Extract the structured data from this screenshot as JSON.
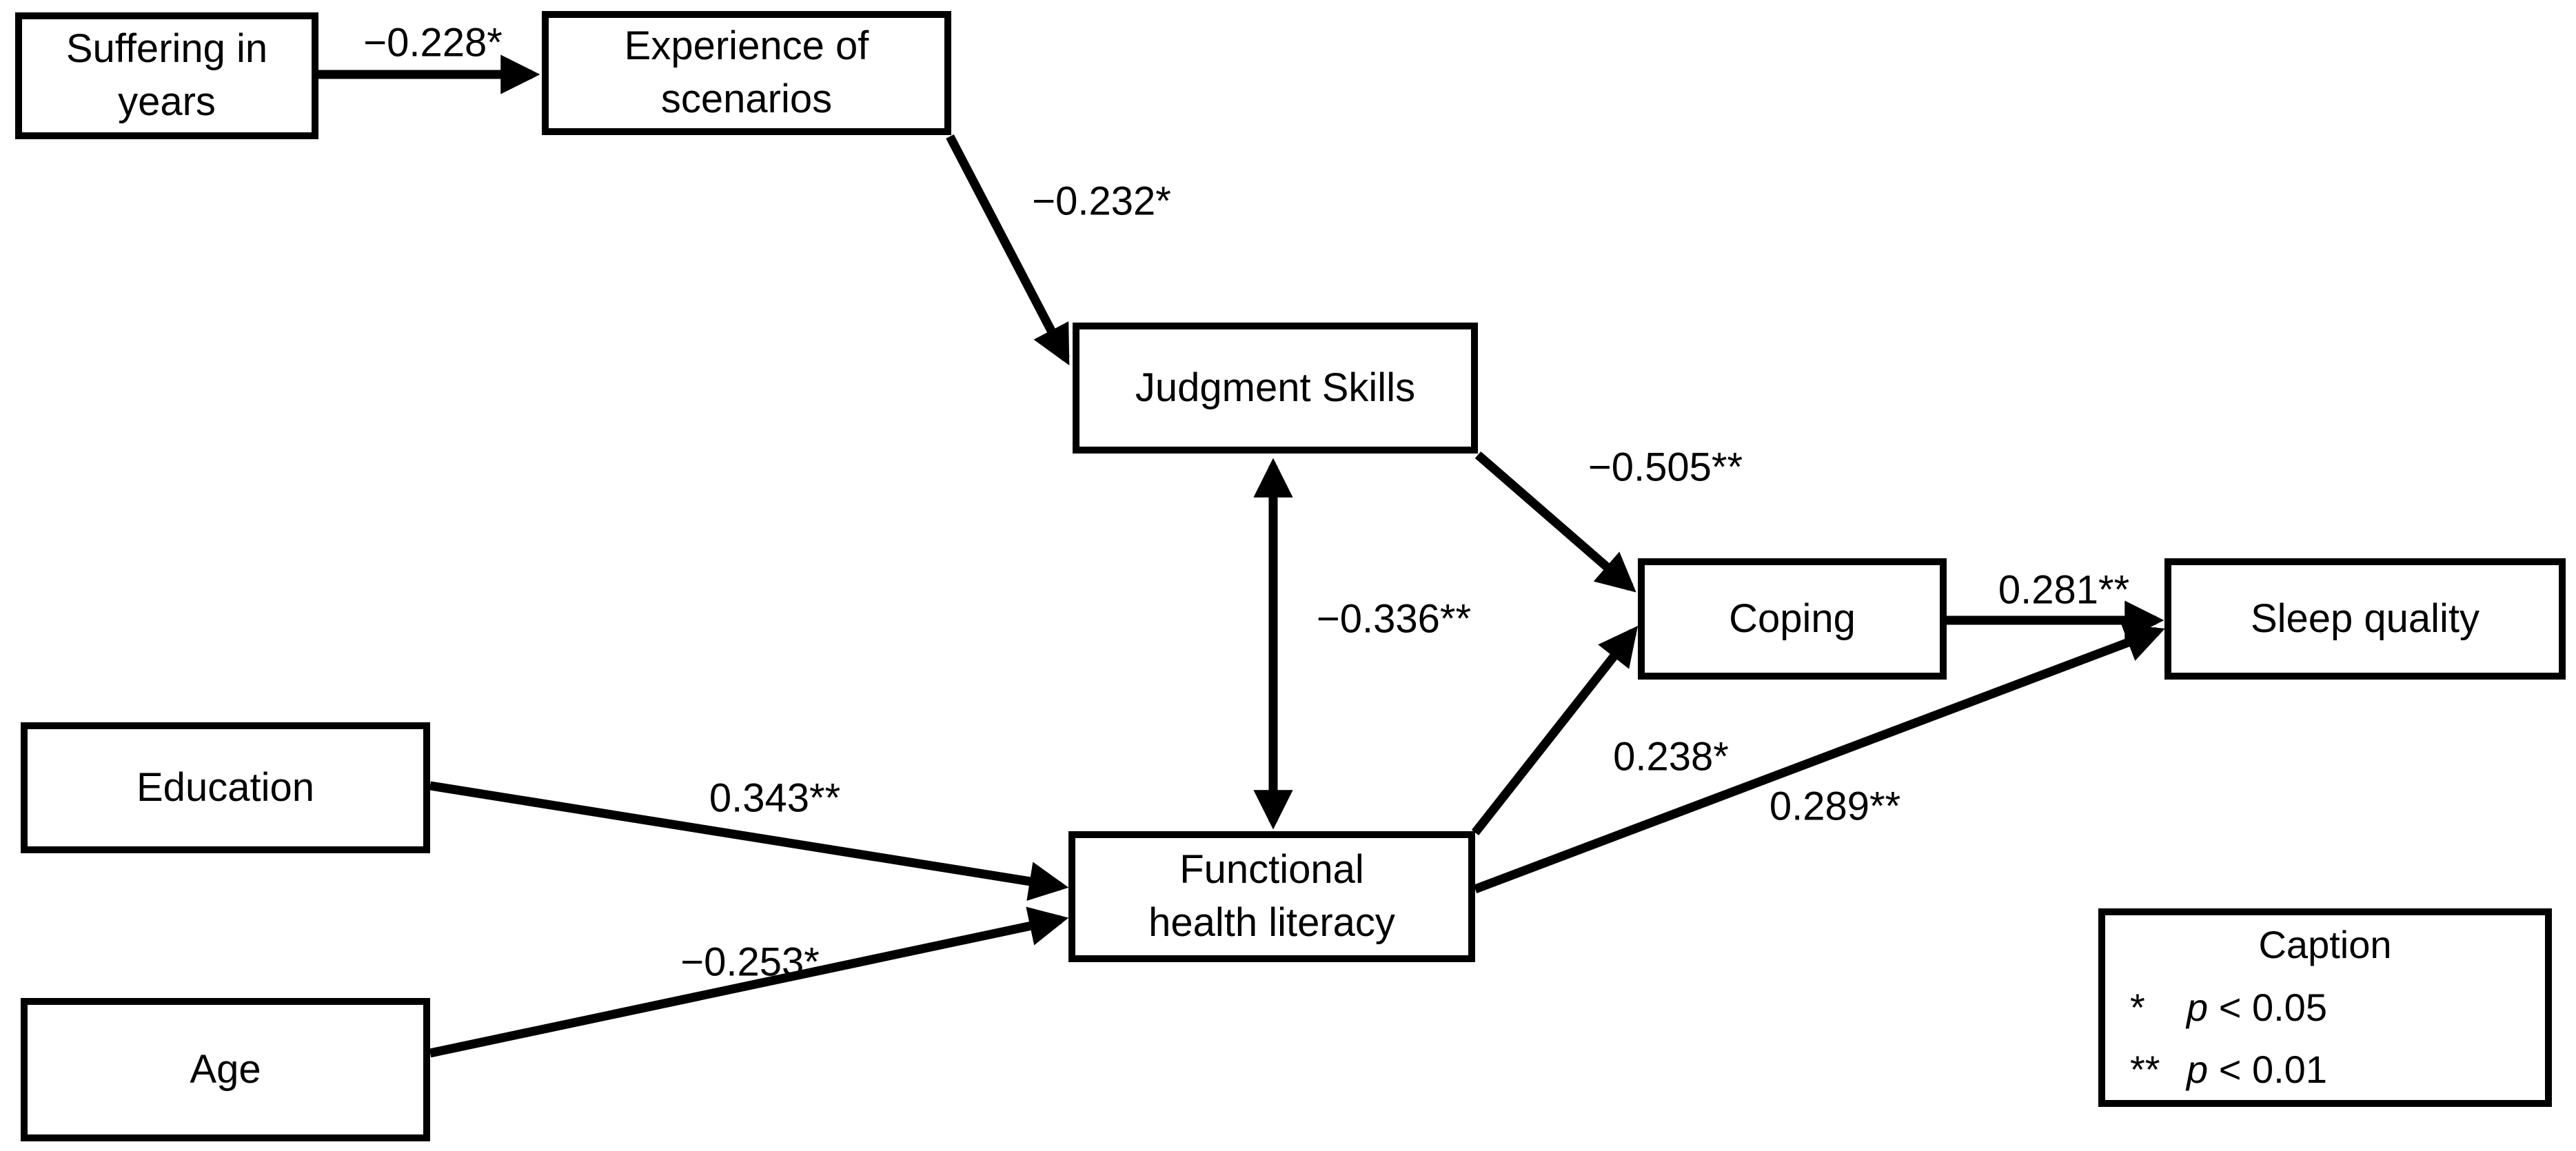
{
  "nodes": {
    "suffering_in_years": {
      "label": "Suffering in\nyears"
    },
    "experience_of_scenarios": {
      "label": "Experience of\nscenarios"
    },
    "judgment_skills": {
      "label": "Judgment Skills"
    },
    "coping": {
      "label": "Coping"
    },
    "sleep_quality": {
      "label": "Sleep quality"
    },
    "education": {
      "label": "Education"
    },
    "age": {
      "label": "Age"
    },
    "functional_health_literacy": {
      "label": "Functional\nhealth literacy"
    }
  },
  "paths": {
    "suffering_to_experience": "−0.228*",
    "experience_to_judgment": "−0.232*",
    "judgment_to_coping": "−0.505**",
    "judgment_fhl_covariance": "−0.336**",
    "coping_to_sleep": "0.281**",
    "fhl_to_coping": "0.238*",
    "fhl_to_sleep": "0.289**",
    "education_to_fhl": "0.343**",
    "age_to_fhl": "−0.253*"
  },
  "caption": {
    "title": "Caption",
    "items": [
      {
        "stars": "*",
        "p": "p",
        "rest": " < 0.05"
      },
      {
        "stars": "**",
        "p": "p",
        "rest": " < 0.01"
      }
    ]
  },
  "colors": {
    "line": "#000000",
    "background": "#ffffff"
  }
}
